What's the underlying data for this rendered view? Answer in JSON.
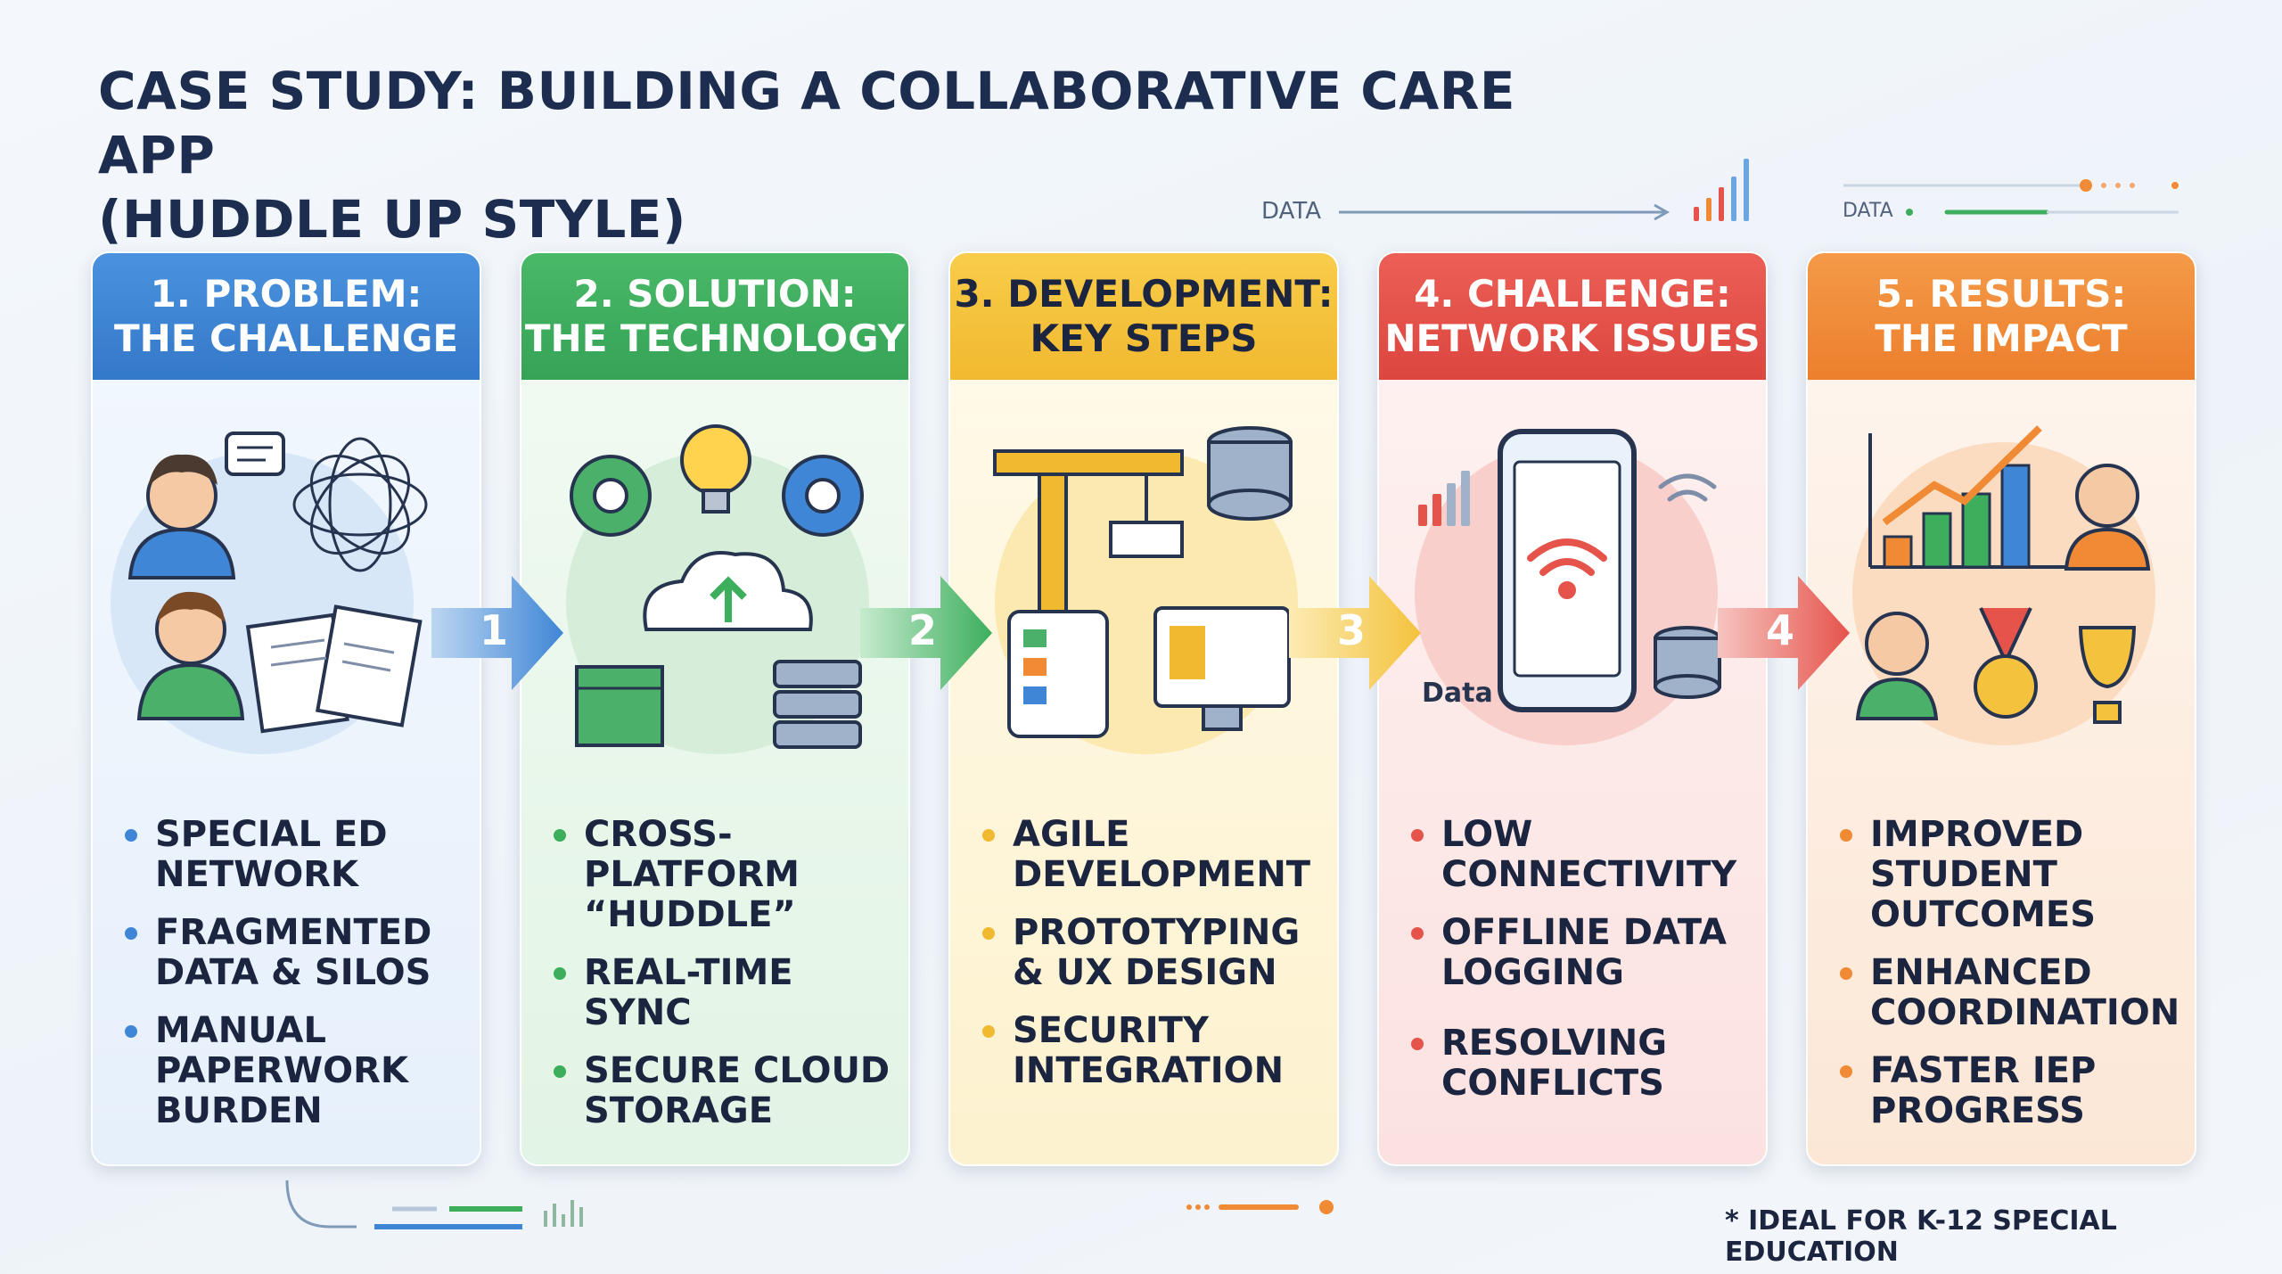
{
  "title": {
    "line1": "CASE STUDY: BUILDING A COLLABORATIVE CARE APP",
    "line2": "(HUDDLE UP STYLE)"
  },
  "decor": {
    "top_data_label": "DATA",
    "top_right_data_label": "DATA"
  },
  "colors": {
    "problem": "#3f86d6",
    "solution": "#3cae5c",
    "development": "#f4c23c",
    "challenge": "#e5534b",
    "results": "#f08a34",
    "title": "#1c2d4f"
  },
  "panels": [
    {
      "header_line1": "1. PROBLEM:",
      "header_line2": "THE CHALLENGE",
      "icons": [
        "frustrated-person-icon",
        "speech-bubble-icon",
        "tangled-network-icon",
        "angry-person-icon",
        "torn-papers-icon"
      ],
      "bullets": [
        "SPECIAL ED NETWORK",
        "FRAGMENTED DATA & SILOS",
        "MANUAL PAPERWORK BURDEN"
      ]
    },
    {
      "header_line1": "2. SOLUTION:",
      "header_line2": "THE TECHNOLOGY",
      "icons": [
        "gear-icon",
        "lightbulb-icon",
        "cloud-upload-icon",
        "box-icon",
        "server-icon"
      ],
      "bullets": [
        "CROSS-PLATFORM “HUDDLE”",
        "REAL-TIME SYNC",
        "SECURE CLOUD STORAGE"
      ]
    },
    {
      "header_line1": "3. DEVELOPMENT:",
      "header_line2": "KEY STEPS",
      "icons": [
        "crane-icon",
        "database-icon",
        "tablet-icon",
        "monitor-icon"
      ],
      "bullets": [
        "AGILE DEVELOPMENT",
        "PROTOTYPING & UX DESIGN",
        "SECURITY INTEGRATION"
      ]
    },
    {
      "header_line1": "4. CHALLENGE:",
      "header_line2": "NETWORK ISSUES",
      "icons": [
        "smartphone-icon",
        "wifi-icon",
        "signal-bars-icon",
        "database-icon"
      ],
      "data_label": "Data",
      "bullets": [
        "LOW CONNECTIVITY",
        "OFFLINE DATA LOGGING",
        "RESOLVING CONFLICTS"
      ]
    },
    {
      "header_line1": "5. RESULTS:",
      "header_line2": "THE IMPACT",
      "icons": [
        "growth-chart-icon",
        "happy-person-icon",
        "medal-icon",
        "trophy-icon"
      ],
      "bullets": [
        "IMPROVED STUDENT OUTCOMES",
        "ENHANCED COORDINATION",
        "FASTER IEP PROGRESS"
      ]
    }
  ],
  "arrows": [
    "1",
    "2",
    "3",
    "4"
  ],
  "footnote": "* IDEAL FOR K-12 SPECIAL EDUCATION"
}
